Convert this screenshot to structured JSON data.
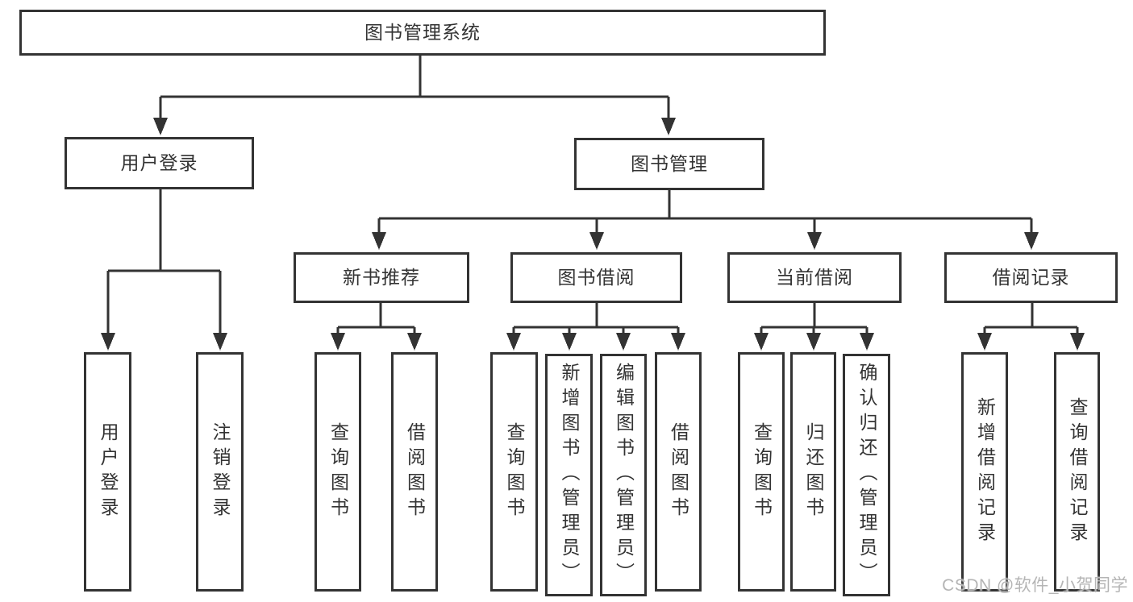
{
  "tree": {
    "root": "图书管理系统",
    "branches": [
      {
        "label": "用户登录",
        "items": [
          "用户登录",
          "注销登录"
        ]
      },
      {
        "label": "图书管理",
        "groups": [
          {
            "label": "新书推荐",
            "items": [
              "查询图书",
              "借阅图书"
            ]
          },
          {
            "label": "图书借阅",
            "items": [
              "查询图书",
              "新增图书（管理员）",
              "编辑图书（管理员）",
              "借阅图书"
            ]
          },
          {
            "label": "当前借阅",
            "items": [
              "查询图书",
              "归还图书",
              "确认归还（管理员）"
            ]
          },
          {
            "label": "借阅记录",
            "items": [
              "新增借阅记录",
              "查询借阅记录"
            ]
          }
        ]
      }
    ]
  },
  "watermark": {
    "text": "CSDN @软件_小贺同学"
  },
  "colors": {
    "line": "#333333",
    "box_border": "#333333",
    "box_background": "#ffffff",
    "text": "#333333",
    "watermark": "#b5b5b5",
    "background": "#ffffff"
  }
}
